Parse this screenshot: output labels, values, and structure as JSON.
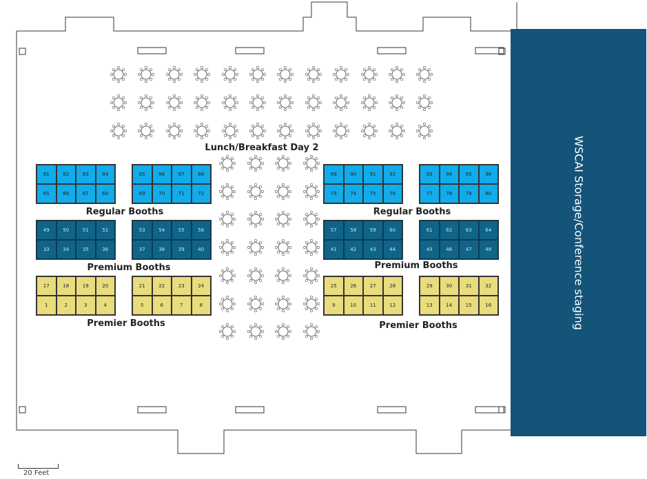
{
  "title": "Lunch/Breakfast Day 2",
  "storage_label": "WSCAI Storage/Conference staging",
  "scale_label": "20 Feet",
  "colors": {
    "regular": "#12aceb",
    "premium": "#0f6488",
    "premier": "#e8dc7c",
    "storage": "#135478"
  },
  "labels": {
    "regular_left": "Regular Booths",
    "regular_right": "Regular Booths",
    "premium_left": "Premium Booths",
    "premium_right": "Premium Booths",
    "premier_left": "Premier Booths",
    "premier_right": "Premier Booths"
  },
  "blocks": [
    {
      "type": "regular",
      "top": [
        81,
        82,
        83,
        84
      ],
      "bottom": [
        65,
        66,
        67,
        68
      ]
    },
    {
      "type": "regular",
      "top": [
        85,
        86,
        87,
        88
      ],
      "bottom": [
        69,
        70,
        71,
        72
      ]
    },
    {
      "type": "regular",
      "top": [
        89,
        90,
        91,
        92
      ],
      "bottom": [
        73,
        74,
        75,
        76
      ]
    },
    {
      "type": "regular",
      "top": [
        93,
        94,
        95,
        96
      ],
      "bottom": [
        77,
        78,
        79,
        80
      ]
    },
    {
      "type": "premium",
      "top": [
        49,
        50,
        51,
        52
      ],
      "bottom": [
        33,
        34,
        35,
        36
      ]
    },
    {
      "type": "premium",
      "top": [
        53,
        54,
        55,
        56
      ],
      "bottom": [
        37,
        38,
        39,
        40
      ]
    },
    {
      "type": "premium",
      "top": [
        57,
        58,
        59,
        60
      ],
      "bottom": [
        41,
        42,
        43,
        44
      ]
    },
    {
      "type": "premium",
      "top": [
        61,
        62,
        63,
        64
      ],
      "bottom": [
        45,
        46,
        47,
        48
      ]
    },
    {
      "type": "premier",
      "top": [
        17,
        18,
        19,
        20
      ],
      "bottom": [
        1,
        2,
        3,
        4
      ]
    },
    {
      "type": "premier",
      "top": [
        21,
        22,
        23,
        24
      ],
      "bottom": [
        5,
        6,
        7,
        8
      ]
    },
    {
      "type": "premier",
      "top": [
        25,
        26,
        27,
        28
      ],
      "bottom": [
        9,
        10,
        11,
        12
      ]
    },
    {
      "type": "premier",
      "top": [
        29,
        30,
        31,
        32
      ],
      "bottom": [
        13,
        14,
        15,
        16
      ]
    }
  ]
}
